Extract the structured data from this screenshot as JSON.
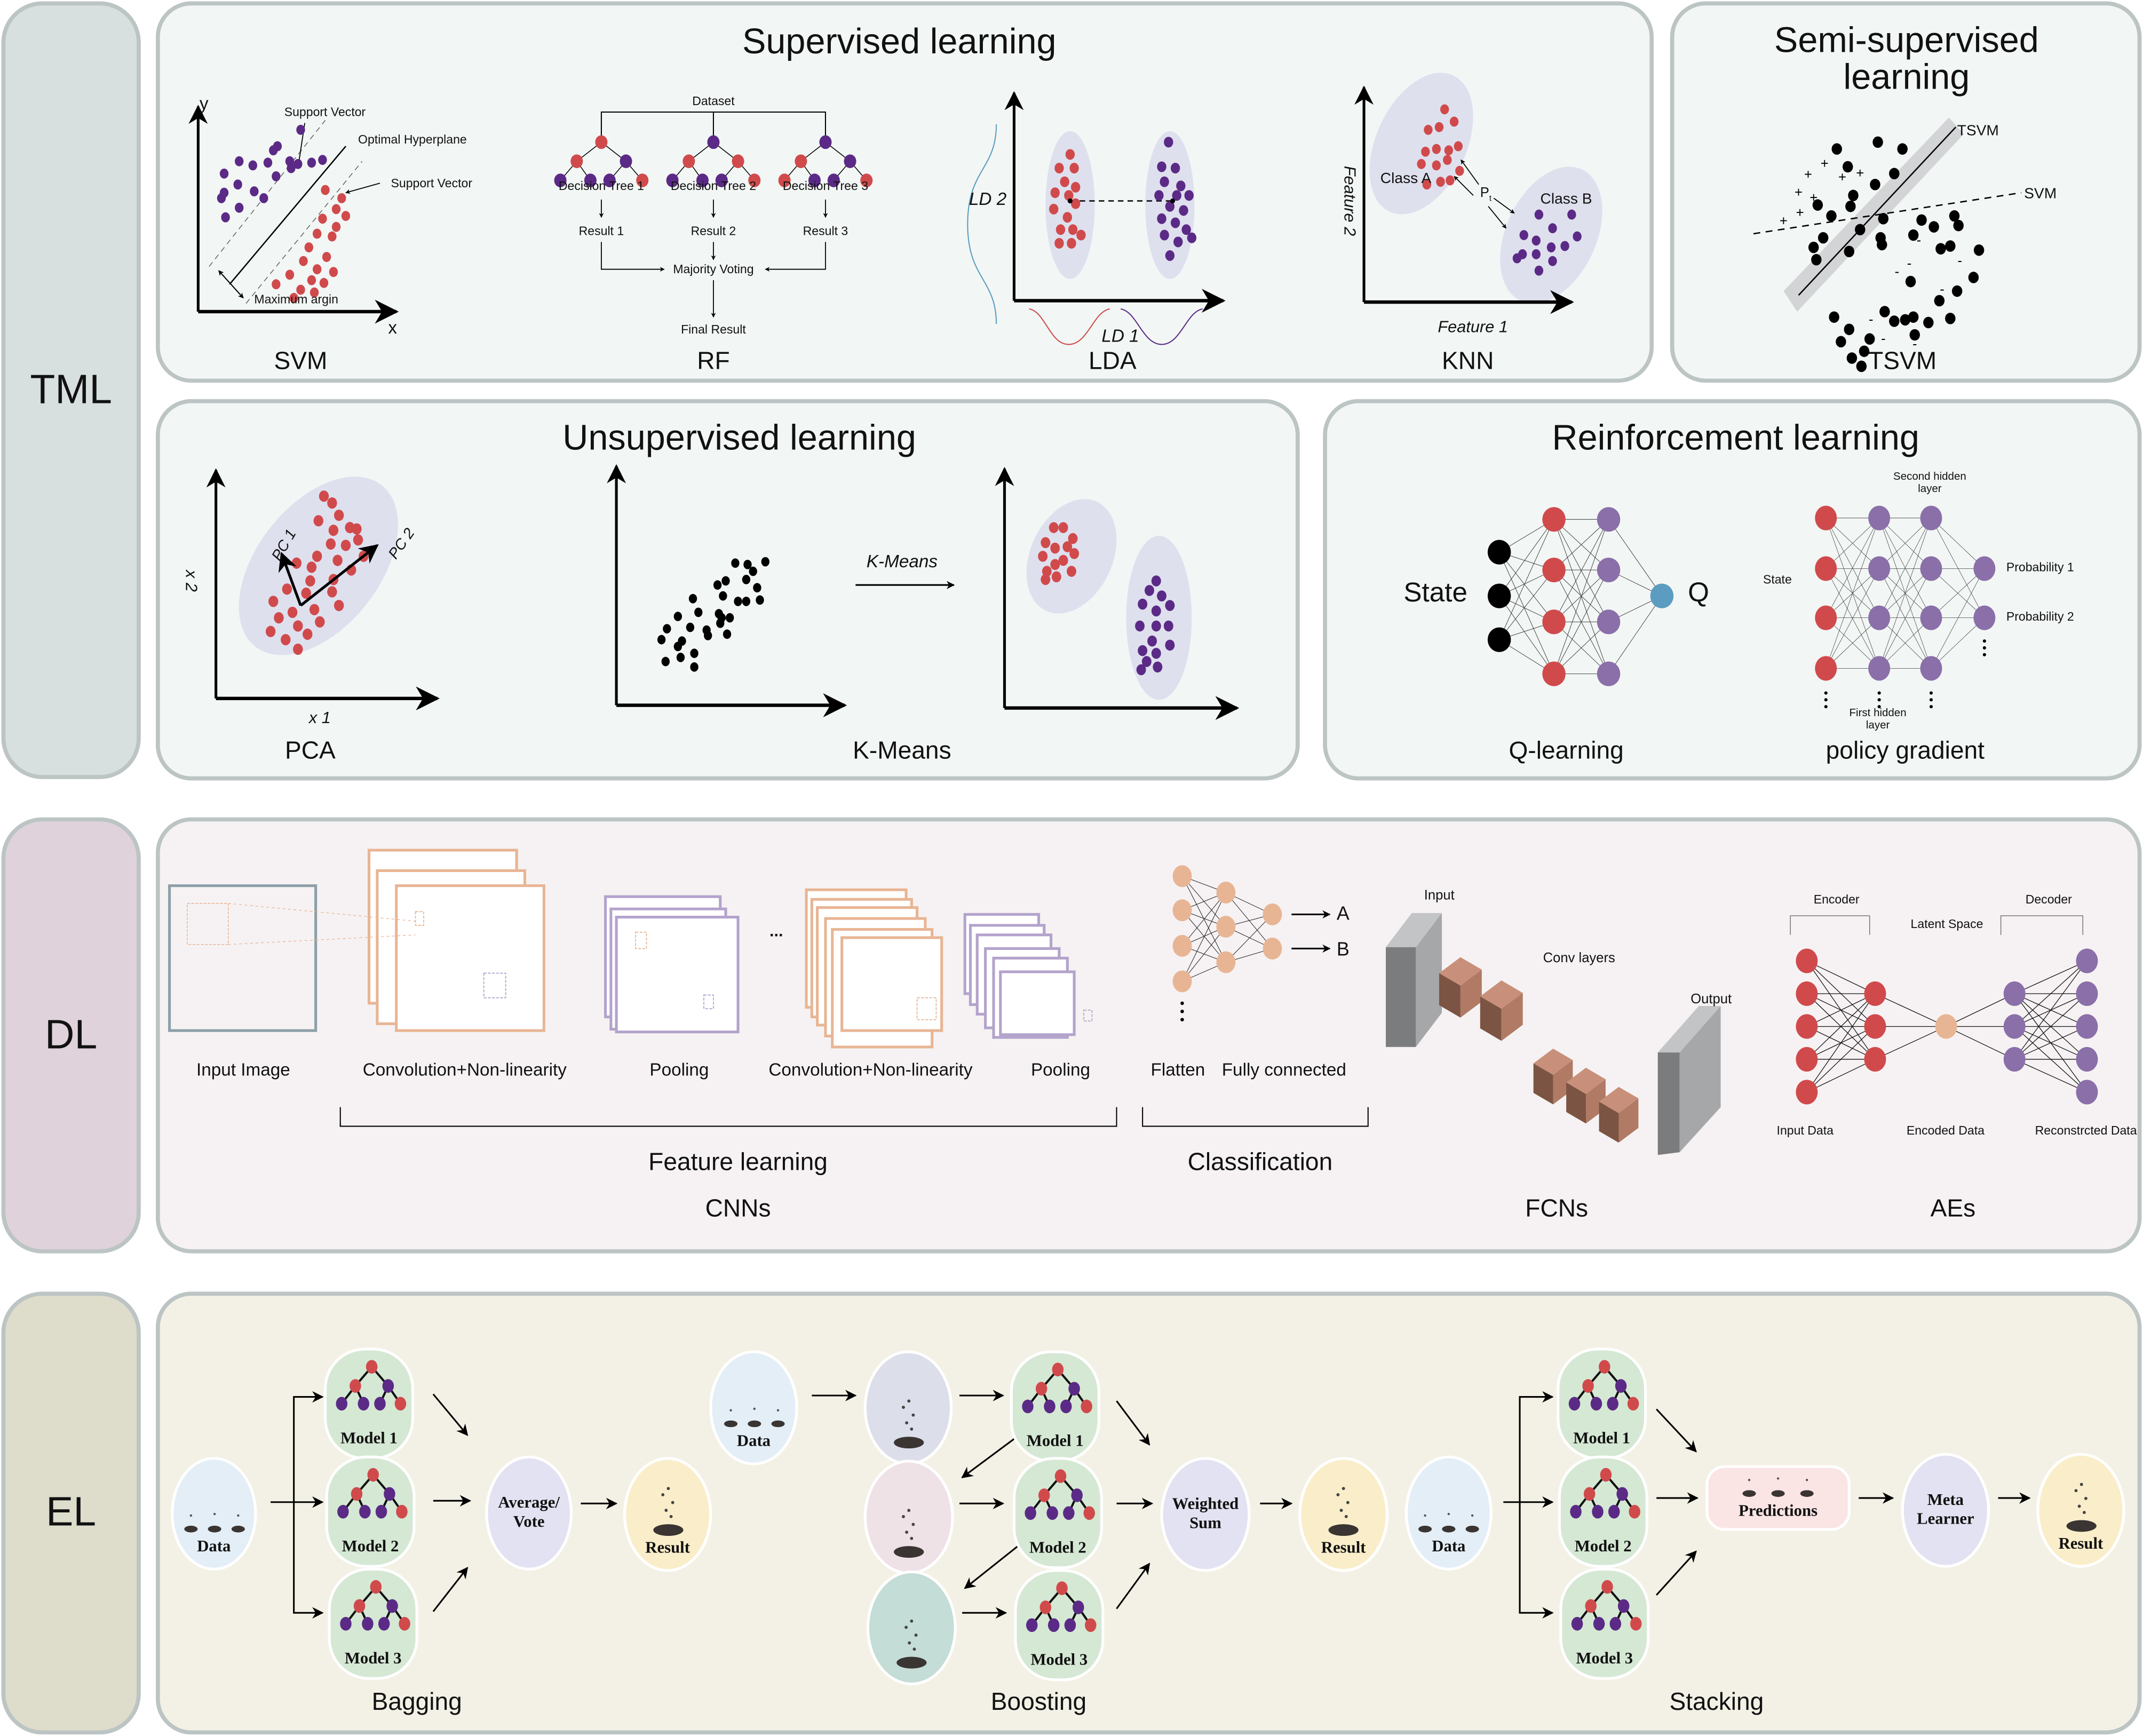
{
  "colors": {
    "red": "#d04a4c",
    "purple": "#5b2a86",
    "light_purple": "#8a6fa8",
    "cluster_bg": "#dfe0ee",
    "tml_side": "#d8e0df",
    "dl_side": "#dfd2db",
    "el_side": "#dedccb",
    "tml_panel": "#f2f6f5",
    "dl_panel": "#f6f2f3",
    "el_panel": "#f3f1e5",
    "border": "#bcc4c4",
    "orange_node": "#e8b594",
    "q_node": "#5b9cc0",
    "brick": "#c0856e",
    "gray_block": "#a6a7a9"
  },
  "categories": [
    {
      "id": "tml",
      "label": "TML"
    },
    {
      "id": "dl",
      "label": "DL"
    },
    {
      "id": "el",
      "label": "EL"
    }
  ],
  "supervised": {
    "title": "Supervised learning",
    "svm": {
      "name": "SVM",
      "y_axis": "y",
      "x_axis": "x",
      "support_vector_top": "Support Vector",
      "optimal_hyperplane": "Optimal Hyperplane",
      "support_vector_right": "Support Vector",
      "maximum_margin": "Maximum argin"
    },
    "rf": {
      "name": "RF",
      "dataset": "Dataset",
      "trees": [
        "Decision Tree 1",
        "Decision Tree 2",
        "Decision Tree 3"
      ],
      "results": [
        "Result 1",
        "Result 2",
        "Result 3"
      ],
      "voting": "Majority Voting",
      "final": "Final Result"
    },
    "lda": {
      "name": "LDA",
      "ld1": "LD 1",
      "ld2": "LD 2"
    },
    "knn": {
      "name": "KNN",
      "class_a": "Class A",
      "class_b": "Class B",
      "point": "P",
      "point_sub": "t",
      "feature1": "Feature 1",
      "feature2": "Feature 2"
    }
  },
  "semi_supervised": {
    "title_line1": "Semi-supervised",
    "title_line2": "learning",
    "tsvm_line": "TSVM",
    "svm_line": "SVM",
    "name": "TSVM",
    "plus": "+",
    "minus": "-"
  },
  "unsupervised": {
    "title": "Unsupervised learning",
    "pca": {
      "name": "PCA",
      "pc1": "PC 1",
      "pc2": "PC 2",
      "x1": "x 1",
      "x2": "x 2"
    },
    "kmeans": {
      "name": "K-Means",
      "arrow_label": "K-Means"
    }
  },
  "reinforcement": {
    "title": "Reinforcement learning",
    "qlearning": {
      "name": "Q-learning",
      "state": "State",
      "q": "Q"
    },
    "policy": {
      "name": "policy gradient",
      "state": "State",
      "second_hidden": "Second hidden layer",
      "first_hidden": "First hidden layer",
      "prob1": "Probability 1",
      "prob2": "Probability 2",
      "ellipsis": "⋮"
    }
  },
  "dl": {
    "cnn": {
      "name": "CNNs",
      "input_image": "Input Image",
      "conv1": "Convolution+Non-linearity",
      "pool1": "Pooling",
      "conv2": "Convolution+Non-linearity",
      "pool2": "Pooling",
      "flatten": "Flatten",
      "fully_connected": "Fully connected",
      "feature_learning": "Feature learning",
      "classification": "Classification",
      "out_a": "A",
      "out_b": "B",
      "dots": "...",
      "ellipsis": "⋮"
    },
    "fcn": {
      "name": "FCNs",
      "input": "Input",
      "conv_layers": "Conv layers",
      "output": "Output"
    },
    "ae": {
      "name": "AEs",
      "encoder": "Encoder",
      "decoder": "Decoder",
      "latent": "Latent Space",
      "input_data": "Input Data",
      "encoded_data": "Encoded Data",
      "reconstructed": "Reconstrcted Data"
    }
  },
  "el": {
    "bagging": {
      "name": "Bagging",
      "data": "Data",
      "models": [
        "Model 1",
        "Model 2",
        "Model 3"
      ],
      "aggregate_line1": "Average/",
      "aggregate_line2": "Vote",
      "result": "Result"
    },
    "boosting": {
      "name": "Boosting",
      "data": "Data",
      "models": [
        "Model 1",
        "Model 2",
        "Model 3"
      ],
      "aggregate_line1": "Weighted",
      "aggregate_line2": "Sum",
      "result": "Result"
    },
    "stacking": {
      "name": "Stacking",
      "data": "Data",
      "models": [
        "Model 1",
        "Model 2",
        "Model 3"
      ],
      "predictions": "Predictions",
      "meta_line1": "Meta",
      "meta_line2": "Learner",
      "result": "Result"
    }
  }
}
